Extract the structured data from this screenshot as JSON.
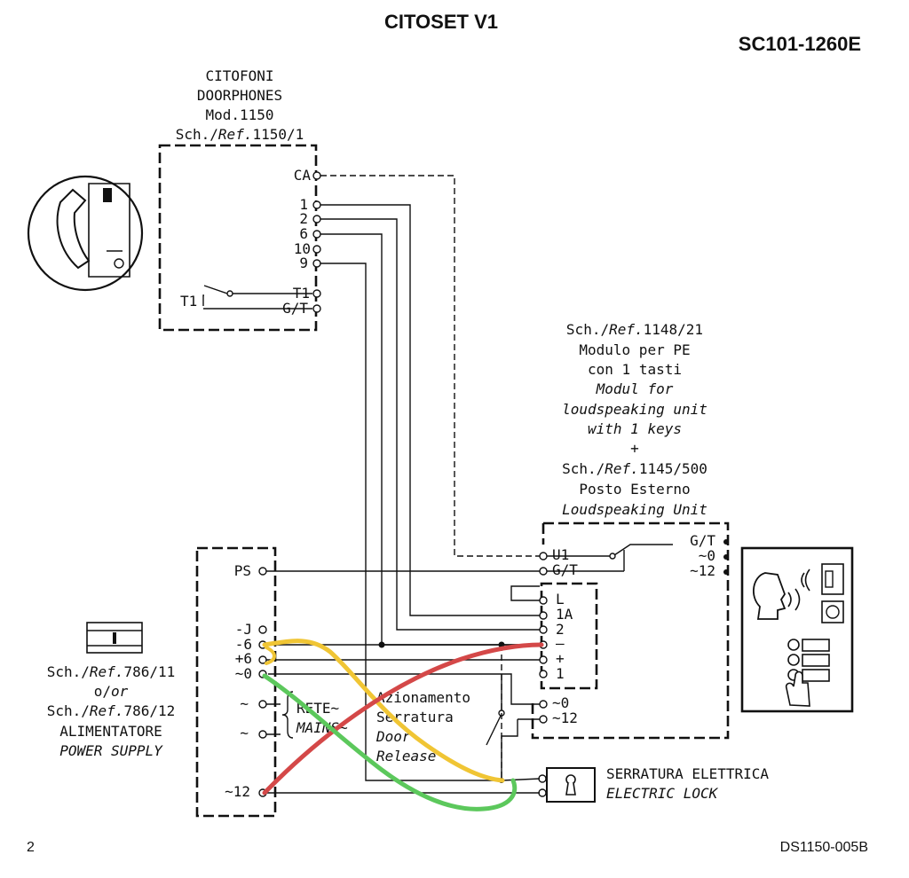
{
  "header": {
    "title": "CITOSET V1",
    "code": "SC101-1260E"
  },
  "footer": {
    "page_number": "2",
    "doc_code": "DS1150-005B"
  },
  "doorphones": {
    "lines": [
      "CITOFONI",
      "DOORPHONES",
      "Mod.1150",
      "Sch./",
      "Ref.",
      "1150/1"
    ],
    "terminals": [
      "CA",
      "1",
      "2",
      "6",
      "10",
      "9",
      "T1",
      "G/T"
    ],
    "switch_label": "T1"
  },
  "module": {
    "line1_prefix": "Sch./",
    "line1_ref": "Ref.",
    "line1_num": "1148/21",
    "line2": "Modulo per PE",
    "line3": "con 1 tasti",
    "line4": "Modul for",
    "line5": "loudspeaking unit",
    "line6": "with 1 keys",
    "plus": "+",
    "line7_prefix": "Sch./",
    "line7_ref": "Ref.",
    "line7_num": "1145/500",
    "line8": "Posto Esterno",
    "line9": "Loudspeaking Unit"
  },
  "outdoor_terminals": {
    "left": [
      "U1",
      "G/T",
      "L",
      "1A",
      "2",
      "–",
      "+",
      "1",
      "~0",
      "~12"
    ],
    "right": [
      "G/T",
      "~0",
      "~12"
    ]
  },
  "power_supply": {
    "terminals": [
      "PS",
      "-J",
      "-6",
      "+6",
      "~0",
      "~",
      "~",
      "~12"
    ],
    "mains_label": "RETE~",
    "mains_label_it": "MAINS~",
    "caption": [
      "Sch./",
      "Ref.",
      "786/11",
      "o/",
      "or",
      "Sch./",
      "Ref.",
      "786/12",
      "ALIMENTATORE",
      "POWER SUPPLY"
    ]
  },
  "door_release": {
    "lines": [
      "Azionamento",
      "Serratura",
      "Door",
      "Release"
    ]
  },
  "lock": {
    "label_it": "SERRATURA ELETTRICA",
    "label_en": "ELECTRIC LOCK"
  },
  "icons": {
    "handset": "doorphone-handset-icon",
    "outdoor_panel": "outdoor-panel-icon",
    "psu": "din-rail-psu-icon",
    "lock": "electric-lock-icon"
  },
  "colors": {
    "yellow_wire": "#f0c534",
    "red_wire": "#d44848",
    "green_wire": "#5cc85c"
  }
}
